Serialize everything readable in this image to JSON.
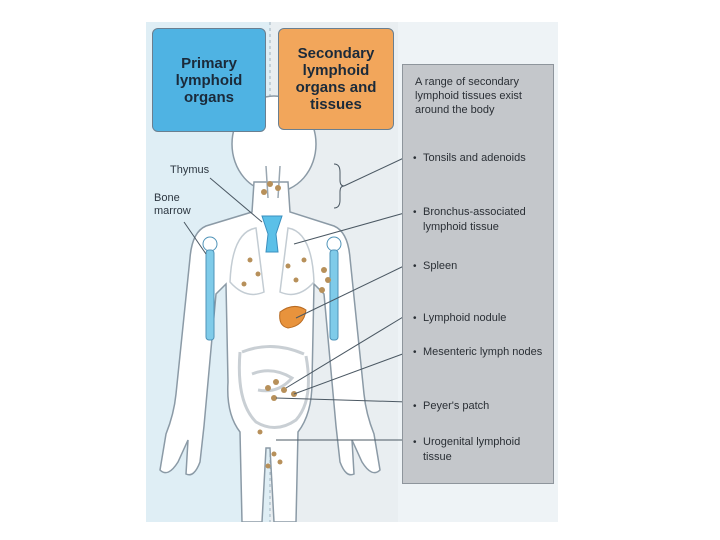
{
  "headers": {
    "primary": "Primary lymphoid organs",
    "secondary": "Secondary lymphoid organs and tissues"
  },
  "labels": {
    "thymus": "Thymus",
    "bone_marrow": "Bone marrow"
  },
  "info_panel": {
    "header": "A range of secondary lymphoid tissues exist around the body",
    "items": [
      "Tonsils and adenoids",
      "Bronchus-associated lymphoid tissue",
      "Spleen",
      "Lymphoid nodule",
      "Mesenteric lymph nodes",
      "Peyer's patch",
      "Urogenital lymphoid tissue"
    ]
  },
  "colors": {
    "primary_box": "#4fb3e3",
    "secondary_box": "#f2a65b",
    "info_panel": "#c4c7cb",
    "thymus": "#5bc0e8",
    "spleen": "#e8933c",
    "lymph_nodes": "#b7905a"
  }
}
